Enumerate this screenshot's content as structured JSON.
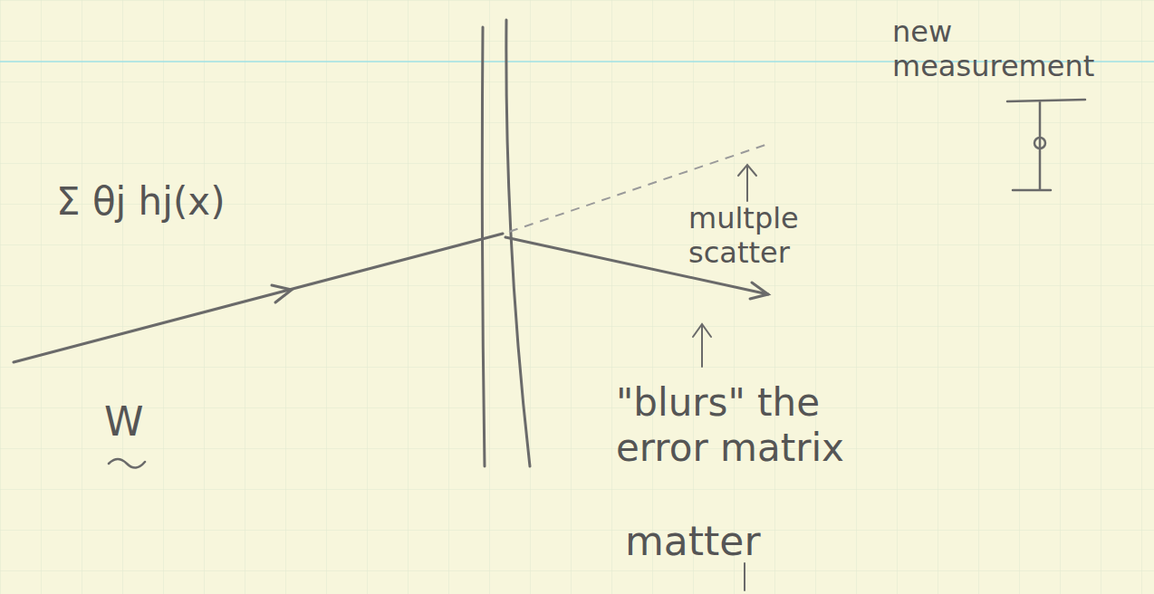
{
  "diagram": {
    "labels": [
      "Σ θj hj(x)",
      "W",
      "matter",
      "multple scatter",
      "\"blurs\" the error matrix",
      "new measurement"
    ]
  }
}
